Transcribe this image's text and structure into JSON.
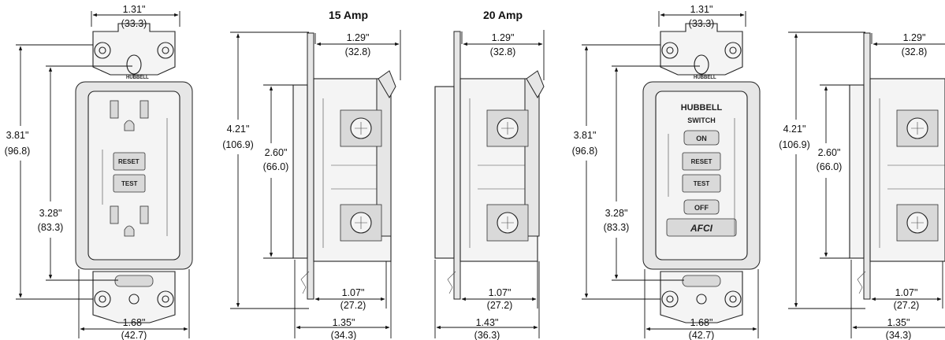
{
  "titles": {
    "amp15": "15 Amp",
    "amp20": "20 Amp"
  },
  "front1": {
    "top_width_in": "1.31\"",
    "top_width_mm": "(33.3)",
    "height_in": "3.81\"",
    "height_mm": "(96.8)",
    "body_height_in": "3.28\"",
    "body_height_mm": "(83.3)",
    "bottom_width_in": "1.68\"",
    "bottom_width_mm": "(42.7)",
    "brand": "HUBBELL",
    "reset": "RESET",
    "test": "TEST"
  },
  "side1": {
    "depth_in": "1.29\"",
    "depth_mm": "(32.8)",
    "height_in": "4.21\"",
    "height_mm": "(106.9)",
    "body_height_in": "2.60\"",
    "body_height_mm": "(66.0)",
    "inner_depth_in": "1.07\"",
    "inner_depth_mm": "(27.2)",
    "total_depth_in": "1.35\"",
    "total_depth_mm": "(34.3)"
  },
  "side2": {
    "depth_in": "1.29\"",
    "depth_mm": "(32.8)",
    "inner_depth_in": "1.07\"",
    "inner_depth_mm": "(27.2)",
    "total_depth_in": "1.43\"",
    "total_depth_mm": "(36.3)"
  },
  "front2": {
    "top_width_in": "1.31\"",
    "top_width_mm": "(33.3)",
    "height_in": "3.81\"",
    "height_mm": "(96.8)",
    "body_height_in": "3.28\"",
    "body_height_mm": "(83.3)",
    "bottom_width_in": "1.68\"",
    "bottom_width_mm": "(42.7)",
    "brand": "HUBBELL",
    "switch": "SWITCH",
    "on": "ON",
    "reset": "RESET",
    "test": "TEST",
    "off": "OFF",
    "afci": "AFCI"
  },
  "side3": {
    "depth_in": "1.29\"",
    "depth_mm": "(32.8)",
    "height_in": "4.21\"",
    "height_mm": "(106.9)",
    "body_height_in": "2.60\"",
    "body_height_mm": "(66.0)",
    "inner_depth_in": "1.07\"",
    "inner_depth_mm": "(27.2)",
    "total_depth_in": "1.35\"",
    "total_depth_mm": "(34.3)"
  }
}
